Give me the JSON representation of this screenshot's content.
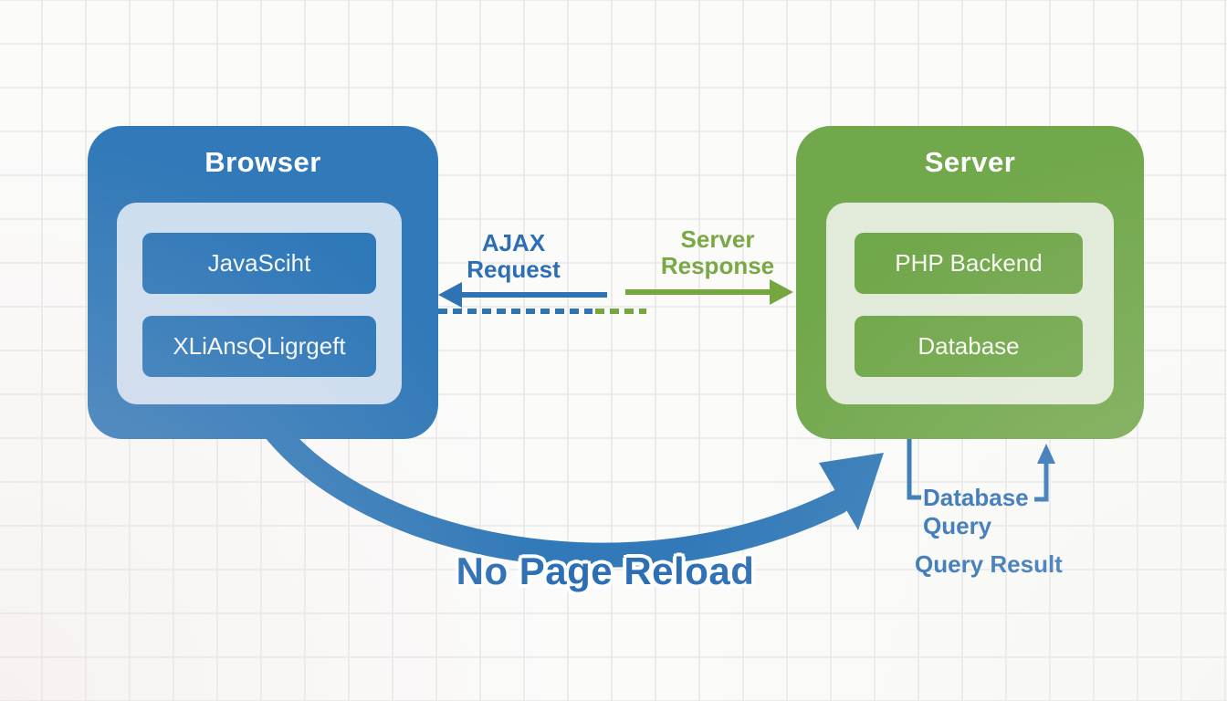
{
  "colors": {
    "background": "#fbfbfa",
    "grid": "#ececec",
    "box_blue": "#3179b8",
    "panel_blue": "#cddeef",
    "item_blue": "#2f78b8",
    "box_green": "#72a84c",
    "panel_green": "#e2ebd9",
    "item_green": "#71a74b",
    "arrow_blue": "#2e74b5",
    "arrow_green": "#76a73f",
    "label_blue": "#2d6fb5",
    "label_green": "#7aa845"
  },
  "browser": {
    "title": "Browser",
    "items": [
      {
        "label": "JavaSciht"
      },
      {
        "label": "XLiAnsQLigrgeft"
      }
    ]
  },
  "server": {
    "title": "Server",
    "items": [
      {
        "label": "PHP Backend"
      },
      {
        "label": "Database"
      }
    ]
  },
  "flows": {
    "ajax_request": {
      "label": "AJAX Request"
    },
    "server_response": {
      "label": "Server Response"
    },
    "no_page_reload": {
      "label": "No Page Reload"
    },
    "database_query": {
      "label": "Database Query"
    },
    "query_result": {
      "label": "Query Result"
    }
  }
}
